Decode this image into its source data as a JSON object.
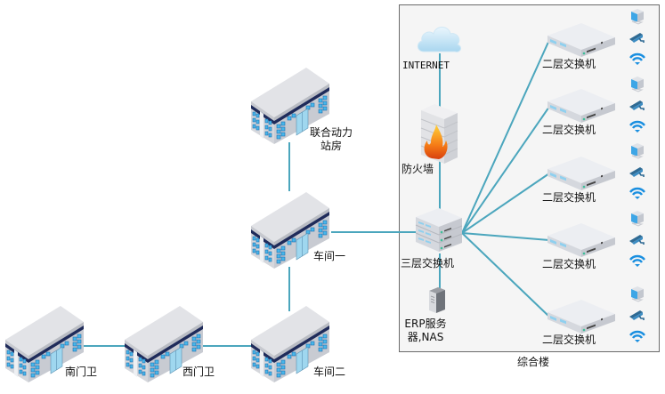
{
  "diagram": {
    "title": "",
    "colors": {
      "link": "#4ba6bd",
      "zone_border": "#666666",
      "zone_fill": "#f4f4f4",
      "building_roof": "#dcdde2",
      "building_wall": "#c9ccd3",
      "building_stripe": "#1f2b5a",
      "window": "#3fb0e6",
      "switch_body": "#e8eaee",
      "wifi": "#1a8fe0",
      "camera": "#2e6f9a",
      "fire": "#f07a1a"
    },
    "zone": {
      "label": "综合楼"
    },
    "buildings": [
      {
        "id": "power_station",
        "label_lines": [
          "联合动力",
          "站房"
        ],
        "icon": "building-icon"
      },
      {
        "id": "workshop1",
        "label_lines": [
          "车间一"
        ],
        "icon": "building-icon"
      },
      {
        "id": "workshop2",
        "label_lines": [
          "车间二"
        ],
        "icon": "building-icon"
      },
      {
        "id": "west_gate",
        "label_lines": [
          "西门卫"
        ],
        "icon": "building-icon"
      },
      {
        "id": "south_gate",
        "label_lines": [
          "南门卫"
        ],
        "icon": "building-icon"
      }
    ],
    "core": {
      "internet": {
        "label": "INTERNET",
        "icon": "cloud-icon"
      },
      "firewall": {
        "label": "防火墙",
        "icon": "firewall-icon"
      },
      "l3_switch": {
        "label": "三层交换机",
        "icon": "stacked-switch-icon"
      },
      "server": {
        "label_lines": [
          "ERP服务",
          "器,NAS"
        ],
        "icon": "server-tower-icon"
      }
    },
    "l2_switches": [
      {
        "label": "二层交换机",
        "devices": [
          "pc-icon",
          "camera-icon",
          "wifi-icon"
        ]
      },
      {
        "label": "二层交换机",
        "devices": [
          "pc-icon",
          "camera-icon",
          "wifi-icon"
        ]
      },
      {
        "label": "二层交换机",
        "devices": [
          "pc-icon",
          "camera-icon",
          "wifi-icon"
        ]
      },
      {
        "label": "二层交换机",
        "devices": [
          "pc-icon",
          "camera-icon",
          "wifi-icon"
        ]
      },
      {
        "label": "二层交换机",
        "devices": [
          "pc-icon",
          "camera-icon",
          "wifi-icon"
        ]
      }
    ],
    "links": [
      {
        "from": "internet",
        "to": "firewall"
      },
      {
        "from": "firewall",
        "to": "l3_switch"
      },
      {
        "from": "l3_switch",
        "to": "server"
      },
      {
        "from": "l3_switch",
        "to": "workshop1"
      },
      {
        "from": "workshop1",
        "to": "power_station"
      },
      {
        "from": "workshop1",
        "to": "workshop2"
      },
      {
        "from": "workshop2",
        "to": "west_gate"
      },
      {
        "from": "west_gate",
        "to": "south_gate"
      },
      {
        "from": "l3_switch",
        "to": "l2_switch_1"
      },
      {
        "from": "l3_switch",
        "to": "l2_switch_2"
      },
      {
        "from": "l3_switch",
        "to": "l2_switch_3"
      },
      {
        "from": "l3_switch",
        "to": "l2_switch_4"
      },
      {
        "from": "l3_switch",
        "to": "l2_switch_5"
      }
    ]
  }
}
